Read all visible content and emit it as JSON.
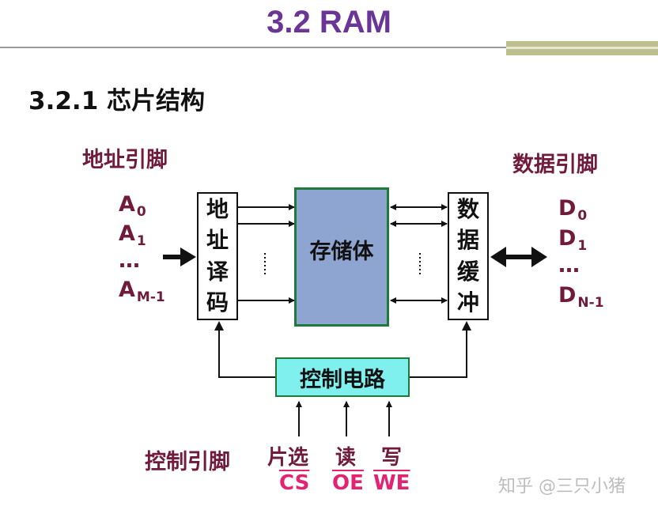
{
  "title": "3.2  RAM",
  "subtitle": "3.2.1 芯片结构",
  "address_pins": {
    "label": "地址引脚",
    "pins": [
      {
        "base": "A",
        "sub": "0"
      },
      {
        "base": "A",
        "sub": "1"
      },
      {
        "base": "…",
        "sub": ""
      },
      {
        "base": "A",
        "sub": "M-1"
      }
    ]
  },
  "data_pins": {
    "label": "数据引脚",
    "pins": [
      {
        "base": "D",
        "sub": "0"
      },
      {
        "base": "D",
        "sub": "1"
      },
      {
        "base": "…",
        "sub": ""
      },
      {
        "base": "D",
        "sub": "N-1"
      }
    ]
  },
  "blocks": {
    "address_decoder": [
      "地",
      "址",
      "译",
      "码"
    ],
    "memory_array": "存储体",
    "data_buffer": [
      "数",
      "据",
      "缓",
      "冲"
    ],
    "control_circuit": "控制电路"
  },
  "control_pins": {
    "label": "控制引脚",
    "signals": [
      {
        "name": "片选",
        "signal": "CS"
      },
      {
        "name": "读",
        "signal": "OE"
      },
      {
        "name": "写",
        "signal": "WE"
      }
    ]
  },
  "colors": {
    "title": "#6a3596",
    "pin_label": "#701a3c",
    "signal": "#e32371",
    "memory_fill": "#8fa5d1",
    "memory_border": "#1f7a3a",
    "control_fill": "#7ff0ee"
  },
  "watermark": "知乎 @三只小猪"
}
